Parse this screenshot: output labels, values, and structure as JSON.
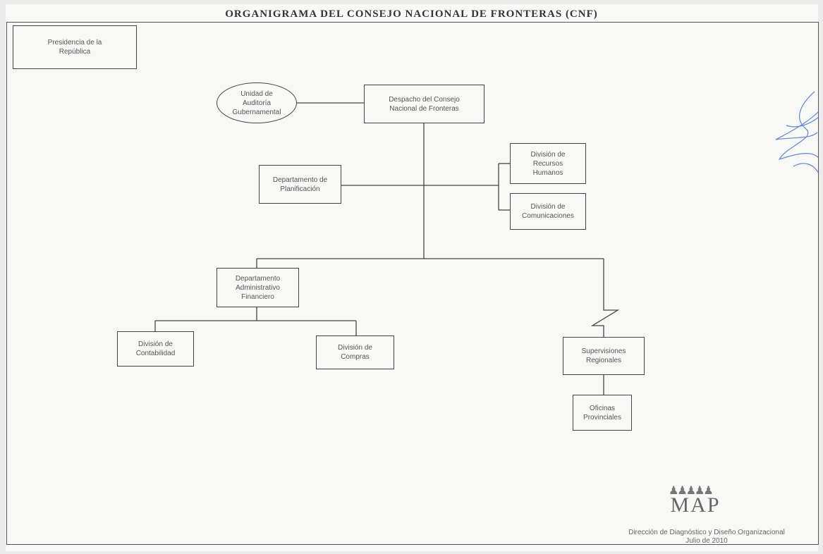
{
  "title": "ORGANIGRAMA DEL CONSEJO NACIONAL DE FRONTERAS (CNF)",
  "nodes": {
    "presidencia": "Presidencia de la\nRepública",
    "auditoria": "Unidad de\nAuditoría\nGubernamental",
    "despacho": "Despacho del Consejo\nNacional de Fronteras",
    "recursos_humanos": "División de\nRecursos\nHumanos",
    "planificacion": "Departamento de\nPlanificación",
    "comunicaciones": "División de\nComunicaciones",
    "administrativo": "Departamento\nAdministrativo\nFinanciero",
    "contabilidad": "División de\nContabilidad",
    "compras": "División de\nCompras",
    "supervisiones": "Supervisiones\nRegionales",
    "oficinas": "Oficinas\nProvinciales"
  },
  "logo": {
    "name": "MAP",
    "subtitle": "Ministerio de Administración Pública"
  },
  "footer": {
    "line1": "Dirección de Diagnóstico y Diseño Organizacional",
    "line2": "Julio de 2010"
  }
}
